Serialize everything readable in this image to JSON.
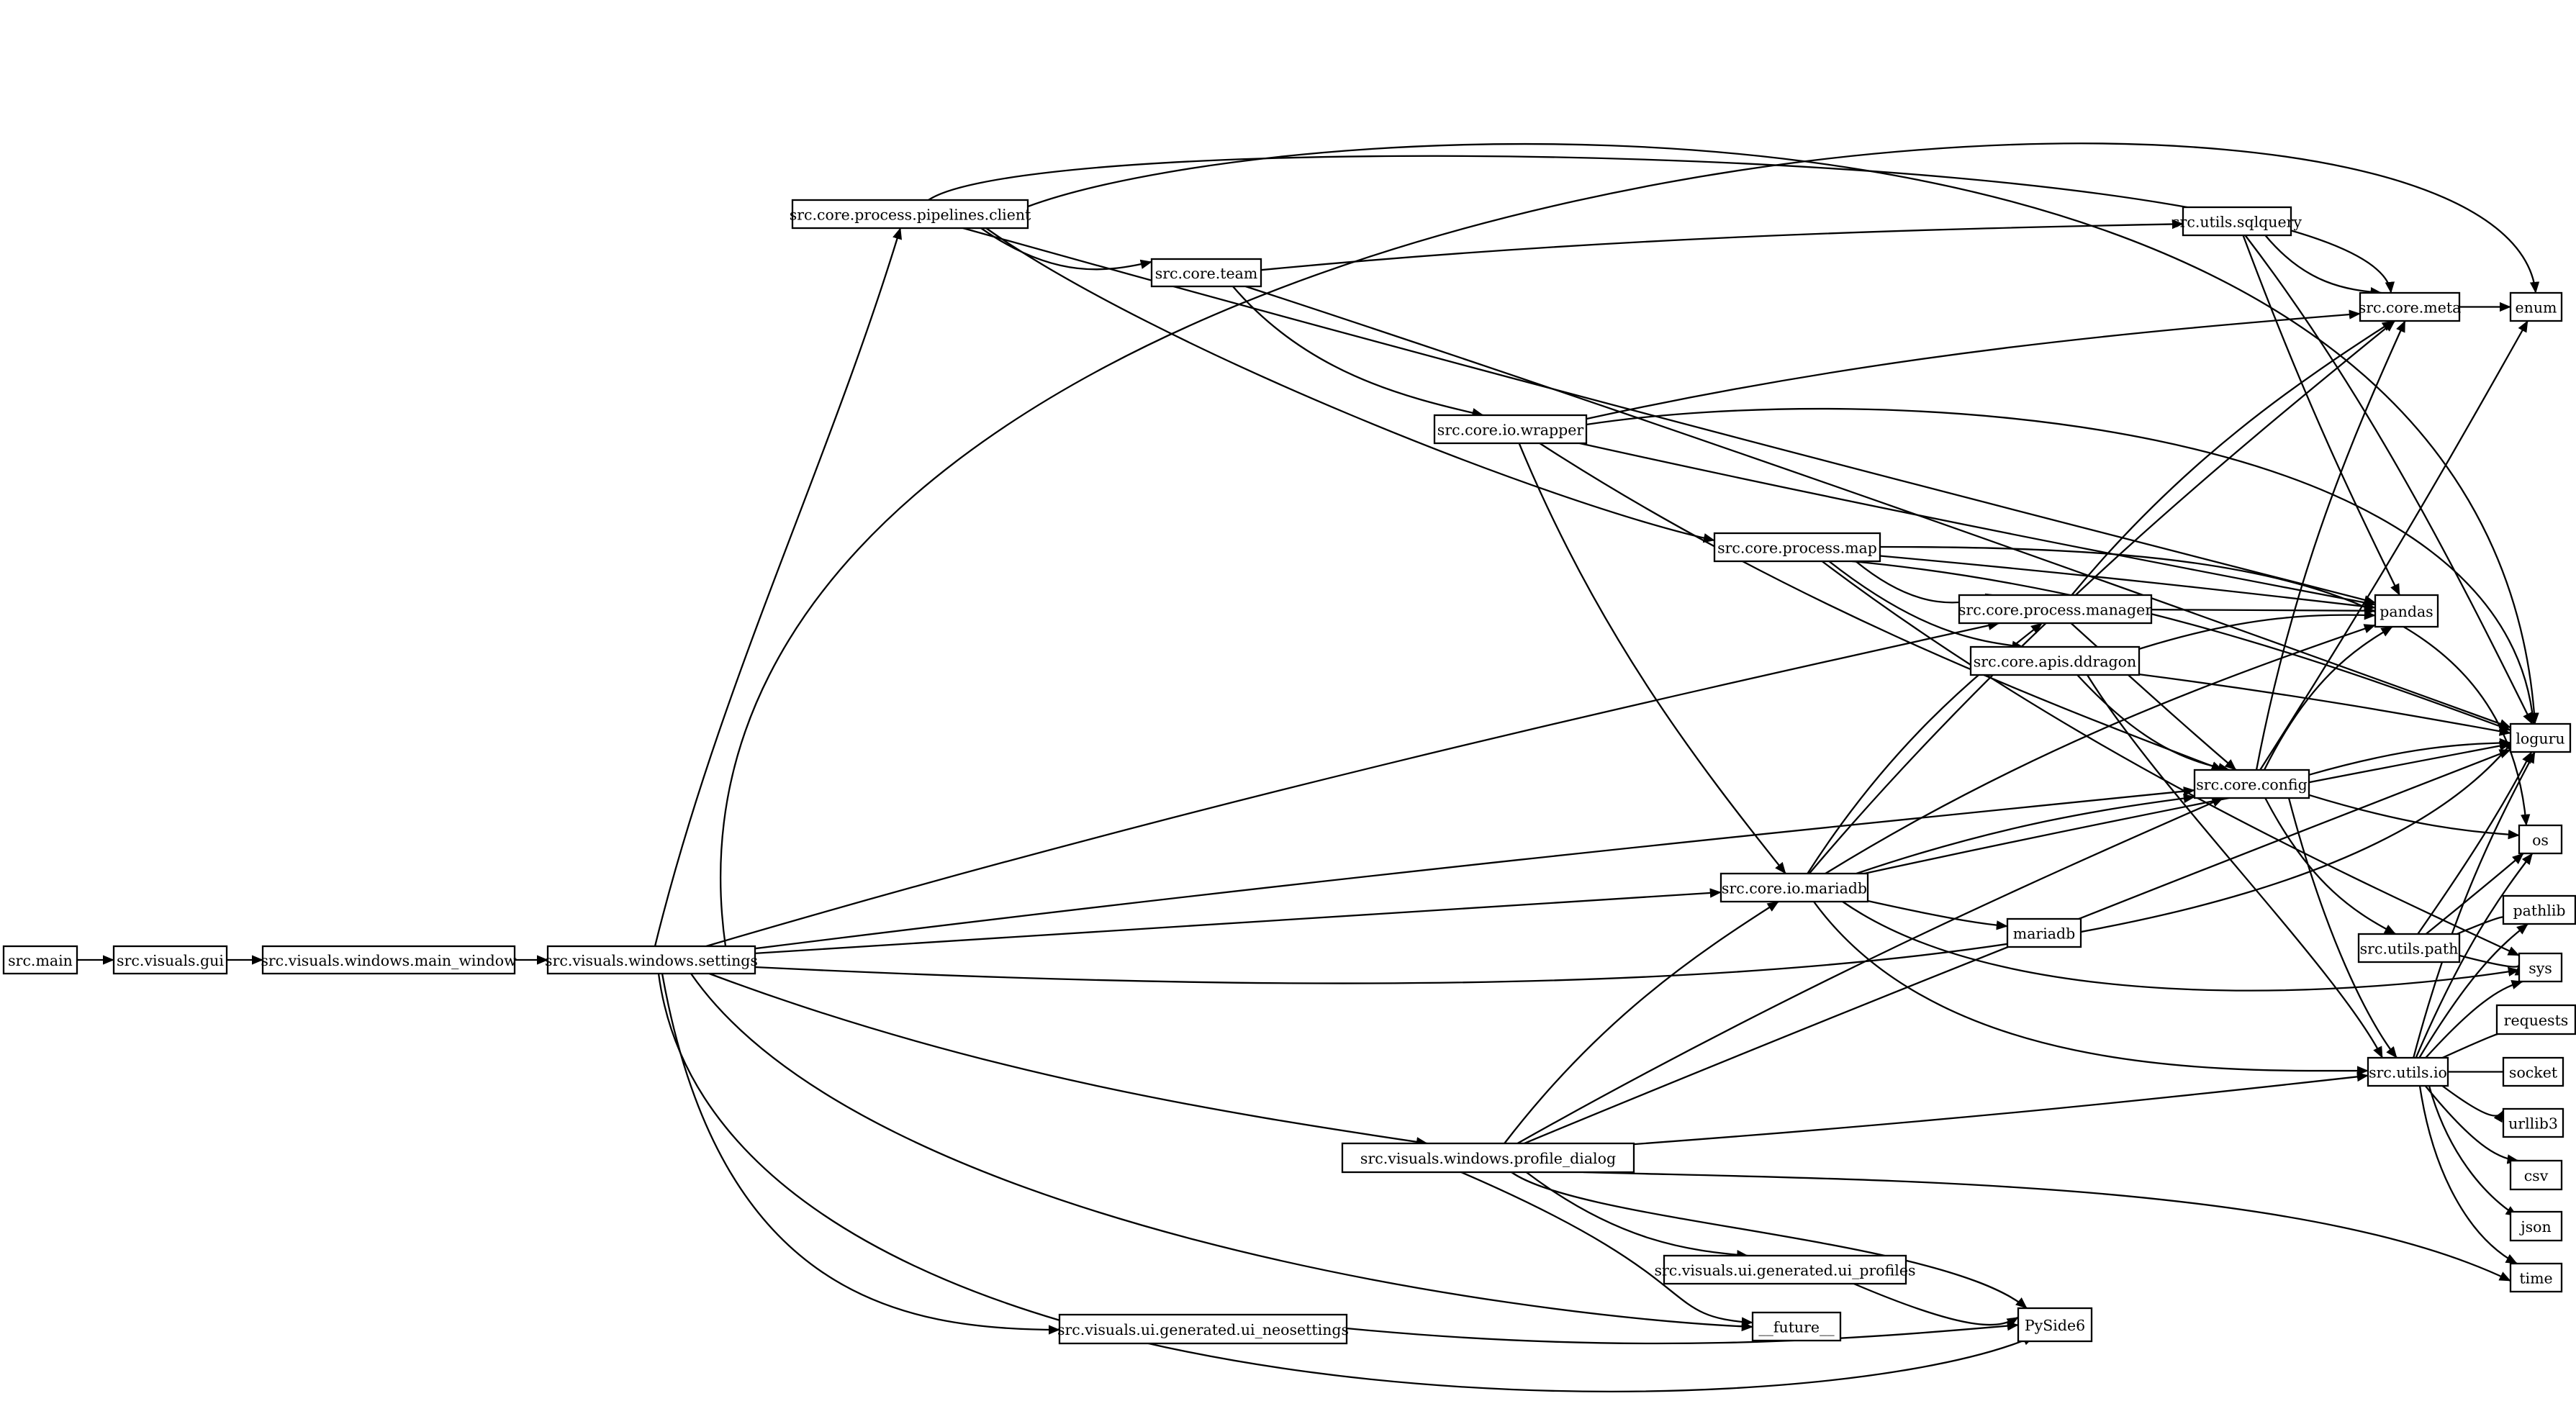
{
  "nodes": [
    {
      "id": "main",
      "label": "src.main"
    },
    {
      "id": "gui",
      "label": "src.visuals.gui"
    },
    {
      "id": "main_window",
      "label": "src.visuals.windows.main_window"
    },
    {
      "id": "settings",
      "label": "src.visuals.windows.settings"
    },
    {
      "id": "pipelines_client",
      "label": "src.core.process.pipelines.client"
    },
    {
      "id": "team",
      "label": "src.core.team"
    },
    {
      "id": "sqlquery",
      "label": "src.utils.sqlquery"
    },
    {
      "id": "meta",
      "label": "src.core.meta"
    },
    {
      "id": "enum",
      "label": "enum"
    },
    {
      "id": "io_wrapper",
      "label": "src.core.io.wrapper"
    },
    {
      "id": "process_map",
      "label": "src.core.process.map"
    },
    {
      "id": "process_manager",
      "label": "src.core.process.manager"
    },
    {
      "id": "apis_ddragon",
      "label": "src.core.apis.ddragon"
    },
    {
      "id": "pandas",
      "label": "pandas"
    },
    {
      "id": "loguru",
      "label": "loguru"
    },
    {
      "id": "config",
      "label": "src.core.config"
    },
    {
      "id": "os",
      "label": "os"
    },
    {
      "id": "io_mariadb",
      "label": "src.core.io.mariadb"
    },
    {
      "id": "mariadb",
      "label": "mariadb"
    },
    {
      "id": "utils_path",
      "label": "src.utils.path"
    },
    {
      "id": "pathlib",
      "label": "pathlib"
    },
    {
      "id": "sys",
      "label": "sys"
    },
    {
      "id": "requests",
      "label": "requests"
    },
    {
      "id": "utils_io",
      "label": "src.utils.io"
    },
    {
      "id": "socket",
      "label": "socket"
    },
    {
      "id": "urllib3",
      "label": "urllib3"
    },
    {
      "id": "profile_dialog",
      "label": "src.visuals.windows.profile_dialog"
    },
    {
      "id": "csv",
      "label": "csv"
    },
    {
      "id": "json",
      "label": "json"
    },
    {
      "id": "ui_profiles",
      "label": "src.visuals.ui.generated.ui_profiles"
    },
    {
      "id": "time",
      "label": "time"
    },
    {
      "id": "ui_neosettings",
      "label": "src.visuals.ui.generated.ui_neosettings"
    },
    {
      "id": "future",
      "label": "__future__"
    },
    {
      "id": "pyside6",
      "label": "PySide6"
    }
  ],
  "edges": [
    [
      "main",
      "gui"
    ],
    [
      "gui",
      "main_window"
    ],
    [
      "main_window",
      "settings"
    ],
    [
      "settings",
      "pipelines_client"
    ],
    [
      "settings",
      "enum"
    ],
    [
      "settings",
      "process_manager"
    ],
    [
      "settings",
      "config"
    ],
    [
      "settings",
      "io_mariadb"
    ],
    [
      "settings",
      "loguru"
    ],
    [
      "settings",
      "profile_dialog"
    ],
    [
      "settings",
      "future"
    ],
    [
      "settings",
      "ui_neosettings"
    ],
    [
      "settings",
      "pyside6"
    ],
    [
      "pipelines_client",
      "team"
    ],
    [
      "pipelines_client",
      "meta"
    ],
    [
      "pipelines_client",
      "loguru"
    ],
    [
      "pipelines_client",
      "process_map"
    ],
    [
      "pipelines_client",
      "pandas"
    ],
    [
      "team",
      "sqlquery"
    ],
    [
      "team",
      "loguru"
    ],
    [
      "team",
      "io_wrapper"
    ],
    [
      "sqlquery",
      "meta"
    ],
    [
      "sqlquery",
      "loguru"
    ],
    [
      "sqlquery",
      "pandas"
    ],
    [
      "meta",
      "enum"
    ],
    [
      "io_wrapper",
      "meta"
    ],
    [
      "io_wrapper",
      "loguru"
    ],
    [
      "io_wrapper",
      "pandas"
    ],
    [
      "io_wrapper",
      "config"
    ],
    [
      "io_wrapper",
      "io_mariadb"
    ],
    [
      "process_map",
      "loguru"
    ],
    [
      "process_map",
      "pandas"
    ],
    [
      "process_map",
      "process_manager"
    ],
    [
      "process_map",
      "apis_ddragon"
    ],
    [
      "process_map",
      "os"
    ],
    [
      "process_map",
      "sys"
    ],
    [
      "process_manager",
      "meta"
    ],
    [
      "process_manager",
      "pandas"
    ],
    [
      "process_manager",
      "config"
    ],
    [
      "apis_ddragon",
      "pandas"
    ],
    [
      "apis_ddragon",
      "loguru"
    ],
    [
      "apis_ddragon",
      "config"
    ],
    [
      "apis_ddragon",
      "utils_io"
    ],
    [
      "config",
      "meta"
    ],
    [
      "config",
      "pandas"
    ],
    [
      "config",
      "loguru"
    ],
    [
      "config",
      "enum"
    ],
    [
      "config",
      "os"
    ],
    [
      "config",
      "utils_path"
    ],
    [
      "config",
      "utils_io"
    ],
    [
      "io_mariadb",
      "meta"
    ],
    [
      "io_mariadb",
      "process_manager"
    ],
    [
      "io_mariadb",
      "pandas"
    ],
    [
      "io_mariadb",
      "config"
    ],
    [
      "io_mariadb",
      "loguru"
    ],
    [
      "io_mariadb",
      "mariadb"
    ],
    [
      "io_mariadb",
      "sys"
    ],
    [
      "io_mariadb",
      "utils_io"
    ],
    [
      "utils_path",
      "loguru"
    ],
    [
      "utils_path",
      "os"
    ],
    [
      "utils_path",
      "pathlib"
    ],
    [
      "utils_path",
      "sys"
    ],
    [
      "utils_io",
      "loguru"
    ],
    [
      "utils_io",
      "os"
    ],
    [
      "utils_io",
      "pathlib"
    ],
    [
      "utils_io",
      "sys"
    ],
    [
      "utils_io",
      "requests"
    ],
    [
      "utils_io",
      "socket"
    ],
    [
      "utils_io",
      "urllib3"
    ],
    [
      "utils_io",
      "csv"
    ],
    [
      "utils_io",
      "json"
    ],
    [
      "utils_io",
      "time"
    ],
    [
      "profile_dialog",
      "io_mariadb"
    ],
    [
      "profile_dialog",
      "config"
    ],
    [
      "profile_dialog",
      "loguru"
    ],
    [
      "profile_dialog",
      "utils_io"
    ],
    [
      "profile_dialog",
      "time"
    ],
    [
      "profile_dialog",
      "pyside6"
    ],
    [
      "profile_dialog",
      "ui_profiles"
    ],
    [
      "profile_dialog",
      "future"
    ],
    [
      "ui_profiles",
      "pyside6"
    ],
    [
      "ui_neosettings",
      "pyside6"
    ]
  ]
}
